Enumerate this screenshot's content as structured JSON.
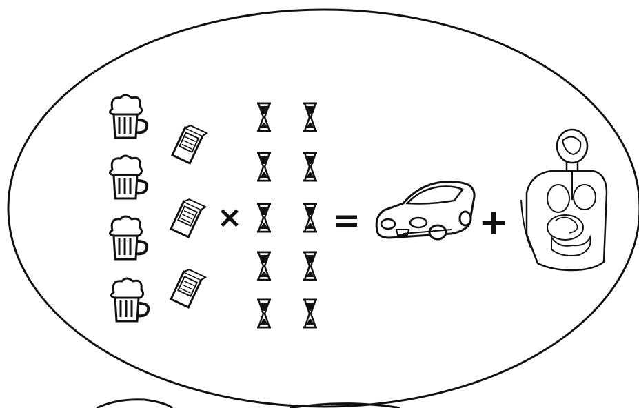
{
  "diagram": {
    "left_group": {
      "beer_mugs": {
        "count": 4,
        "icon": "beer-mug-icon"
      },
      "cigarette_packs": {
        "count": 3,
        "icon": "cigarette-pack-icon"
      }
    },
    "operator_multiply": "×",
    "hourglasses": {
      "count": 10,
      "icon": "hourglass-icon"
    },
    "operator_equals": "=",
    "result_car": {
      "icon": "car-icon"
    },
    "operator_plus": "+",
    "result_body": {
      "icon": "human-torso-organs-icon"
    }
  },
  "colors": {
    "ink": "#111111",
    "background": "#ffffff"
  }
}
